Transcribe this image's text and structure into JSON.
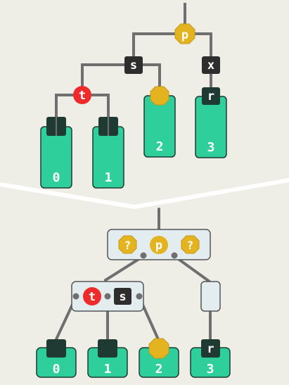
{
  "colors": {
    "background": "#efeee6",
    "edge": "#6f6f6f",
    "leaf_green": "#2fcf9c",
    "leaf_dark": "#1f3a33",
    "node_dark": "#2d2d2d",
    "node_red": "#ee2a2a",
    "node_gold": "#e3b420",
    "group_fill": "#e3edf0",
    "divider": "#ffffff"
  },
  "icons": {
    "top_p": "octagon-gold",
    "top_hole": "octagon-gold",
    "bottom_question": "octagon-gold",
    "bottom_p": "circle-gold"
  },
  "top_tree": {
    "root": "p",
    "node_s": "s",
    "node_x": "x",
    "node_t": "t",
    "node_r": "r",
    "leaves": [
      "0",
      "1",
      "2",
      "3"
    ]
  },
  "bottom_tree": {
    "root_group": [
      "?",
      "p",
      "?"
    ],
    "left_group": [
      "t",
      "s"
    ],
    "node_r": "r",
    "leaves": [
      "0",
      "1",
      "2",
      "3"
    ]
  }
}
